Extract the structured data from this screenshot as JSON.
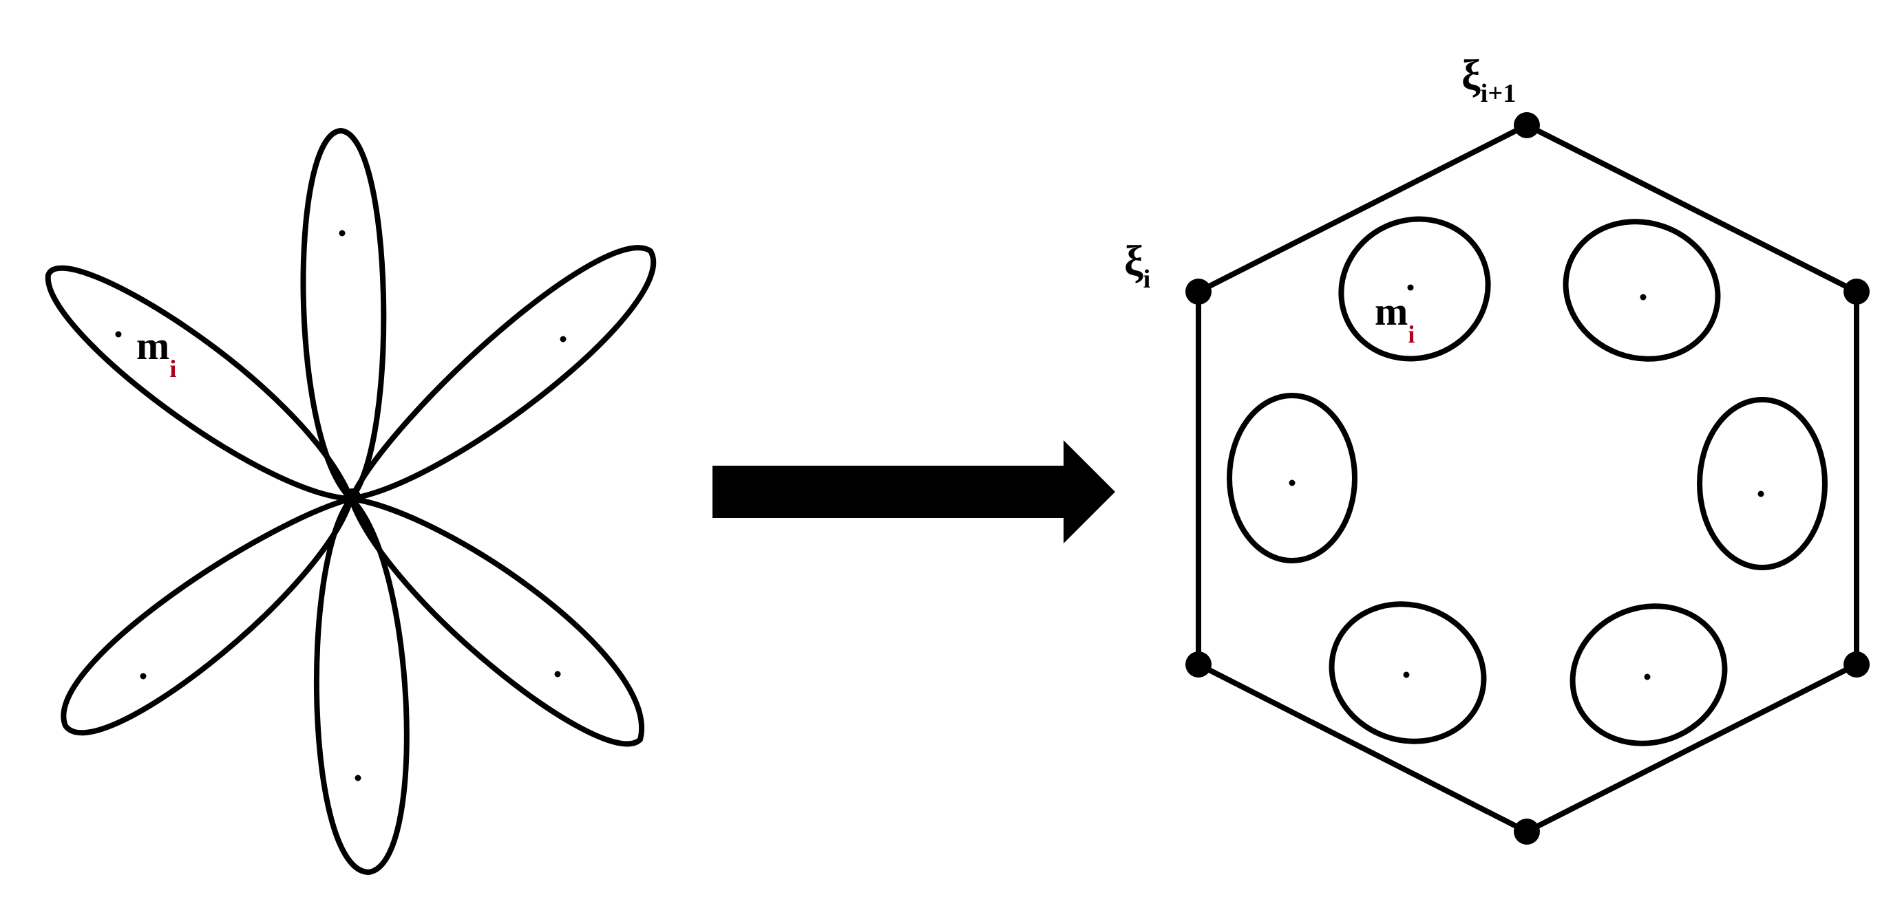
{
  "colors": {
    "stroke": "#000000",
    "background": "#ffffff",
    "subscript_red": "#b00020"
  },
  "left_figure": {
    "label_m": {
      "main": "m",
      "sub": "i"
    }
  },
  "right_figure": {
    "label_xi": {
      "main": "ξ",
      "sub": "i"
    },
    "label_xi_next": {
      "main": "ξ",
      "sub": "i+1"
    },
    "label_m": {
      "main": "m",
      "sub": "i"
    }
  },
  "arrow": {
    "direction": "right"
  }
}
